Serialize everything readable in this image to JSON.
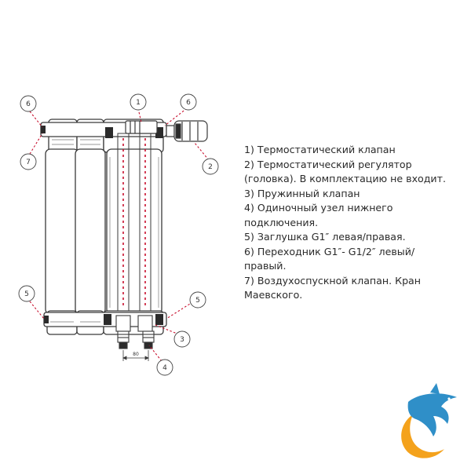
{
  "diagram": {
    "callouts": {
      "c1": "1",
      "c2": "2",
      "c3": "3",
      "c4": "4",
      "c5_left": "5",
      "c5_right": "5",
      "c6_left": "6",
      "c6_right": "6",
      "c7": "7"
    },
    "dimension_label": "80"
  },
  "legend": {
    "lines": [
      "1) Термостатический клапан",
      "2) Термостатический регулятор",
      "(головка). В комплектацию не входит.",
      "3) Пружинный клапан",
      "4) Одиночный узел нижнего",
      "подключения.",
      "5) Заглушка G1″ левая/правая.",
      "6) Переходник G1″- G1/2″ левый/",
      "правый.",
      "7) Воздухоспускной клапан. Кран",
      "Маевского."
    ]
  },
  "colors": {
    "outline": "#3a3a3a",
    "accent_red": "#c8102e",
    "logo_blue": "#2f8fc8",
    "logo_orange": "#f4a21c"
  },
  "logo": {
    "icon": "dolphin-logo-icon"
  }
}
